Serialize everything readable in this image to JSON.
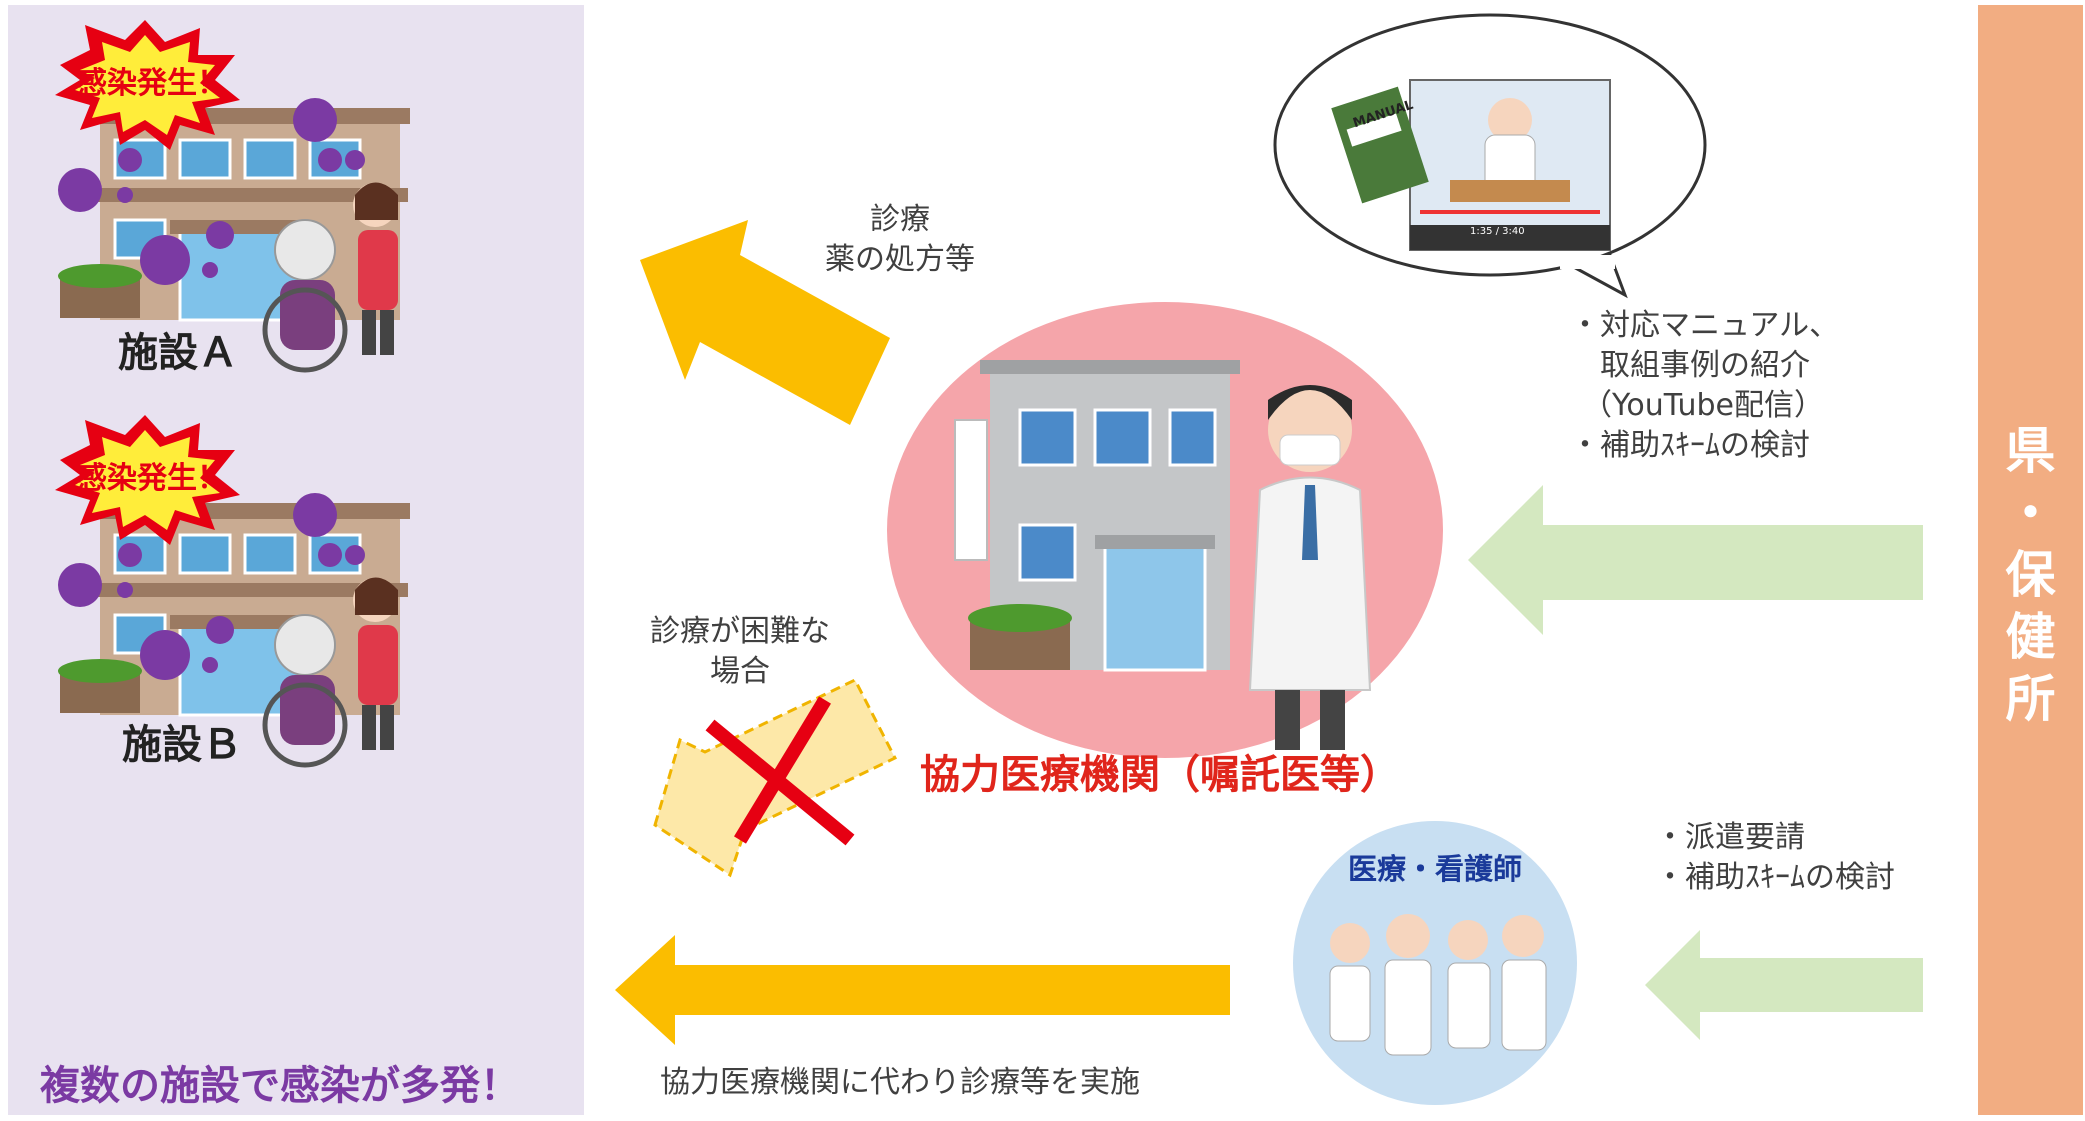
{
  "left_panel": {
    "facility_a": {
      "burst": "感染発生！",
      "label": "施設Ａ"
    },
    "facility_b": {
      "burst": "感染発生！",
      "label": "施設Ｂ"
    },
    "summary": "複数の施設で感染が多発！"
  },
  "center": {
    "hospital_label": "協力医療機関（嘱託医等）",
    "arrow_up_text": [
      "診療",
      "薬の処方等"
    ],
    "difficult_text": [
      "診療が困難な",
      "場合"
    ],
    "bottom_arrow_text": "協力医療機関に代わり診療等を実施"
  },
  "video": {
    "manual_label": "MANUAL",
    "time": "1:35 / 3:40"
  },
  "right_notes": {
    "top": [
      "・対応マニュアル、",
      "取組事例の紹介",
      "（YouTube配信）",
      "・補助ｽｷｰﾑの検討"
    ],
    "bottom": [
      "・派遣要請",
      "・補助ｽｷｰﾑの検討"
    ]
  },
  "medical_team": {
    "title": "医療・看護師"
  },
  "prefecture": {
    "label": [
      "県",
      "・",
      "保",
      "健",
      "所"
    ]
  },
  "colors": {
    "left_panel_bg": "#e8e2f0",
    "right_panel_bg": "#f2ad82",
    "yellow_arrow": "#fbbd00",
    "green_arrow": "#d4e8c0",
    "hospital_circle": "#f5a5aa",
    "team_circle": "#c8dff2",
    "purple_text": "#7b3aa3",
    "red_text": "#e0251b"
  }
}
